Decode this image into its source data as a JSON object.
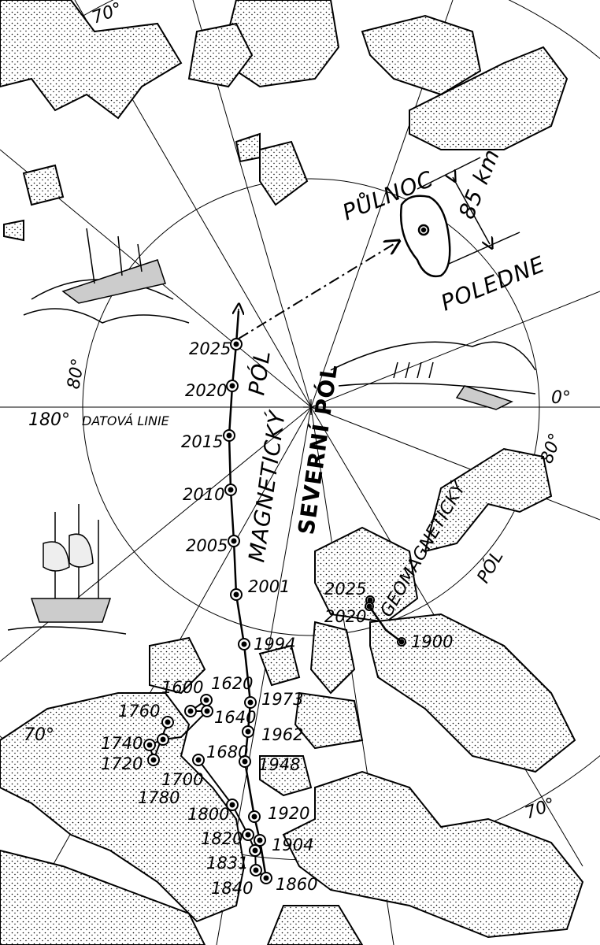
{
  "grid": {
    "lat_80_top": "80°",
    "lat_80_right": "80°",
    "lat_70_top": "70°",
    "lat_70_left": "70°",
    "lat_70_bottom_right": "70°",
    "lon_0": "0°",
    "lon_180": "180°",
    "date_line": "DATOVÁ LINIE"
  },
  "labels": {
    "north_pole": "SEVERNÍ PÓL",
    "magnetic_pole_line1": "MAGNETICKÝ",
    "magnetic_pole_line2": "PÓL",
    "geomagnetic_pole_line1": "GEOMAGNETICKÝ",
    "geomagnetic_pole_line2": "PÓL"
  },
  "inset": {
    "midnight": "PŮLNOC",
    "noon": "POLEDNE",
    "distance": "85 km"
  },
  "magnetic_pole_track": [
    {
      "year": "2025"
    },
    {
      "year": "2020"
    },
    {
      "year": "2015"
    },
    {
      "year": "2010"
    },
    {
      "year": "2005"
    },
    {
      "year": "2001"
    },
    {
      "year": "1994"
    },
    {
      "year": "1973"
    },
    {
      "year": "1962"
    },
    {
      "year": "1948"
    },
    {
      "year": "1920"
    },
    {
      "year": "1904"
    },
    {
      "year": "1860"
    },
    {
      "year": "1840"
    },
    {
      "year": "1831"
    },
    {
      "year": "1820"
    },
    {
      "year": "1800"
    },
    {
      "year": "1780"
    }
  ],
  "old_track": [
    {
      "year": "1600"
    },
    {
      "year": "1620"
    },
    {
      "year": "1640"
    },
    {
      "year": "1680"
    },
    {
      "year": "1700"
    },
    {
      "year": "1720"
    },
    {
      "year": "1740"
    },
    {
      "year": "1760"
    }
  ],
  "geomagnetic_track": [
    {
      "year": "2025"
    },
    {
      "year": "2020"
    },
    {
      "year": "1900"
    }
  ]
}
